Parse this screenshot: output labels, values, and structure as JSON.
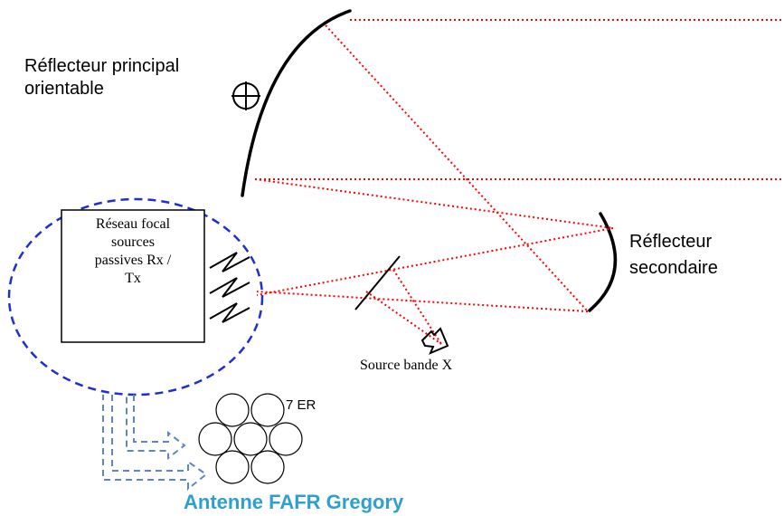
{
  "labels": {
    "main_reflector_line1": "Réflecteur principal",
    "main_reflector_line2": "orientable",
    "secondary_reflector_line1": "Réflecteur",
    "secondary_reflector_line2": "secondaire",
    "focal_network_line1": "Réseau focal",
    "focal_network_line2": "sources",
    "focal_network_line3": "passives Rx /",
    "focal_network_line4": "Tx",
    "x_band_source": "Source bande X",
    "cells_label": "7 ER",
    "title": "Antenne FAFR Gregory"
  },
  "colors": {
    "ray": "#ff0000",
    "ellipse": "#1f2fd6",
    "arrow": "#5b86c9",
    "title": "#2f9fd2"
  }
}
